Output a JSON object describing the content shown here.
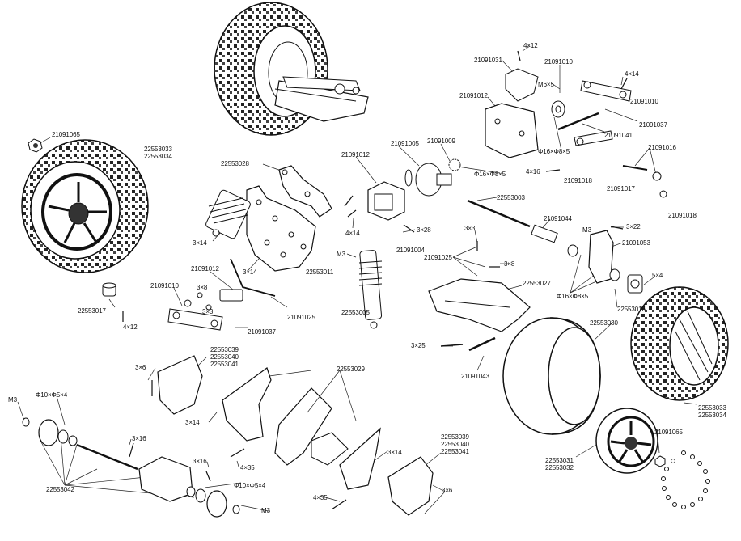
{
  "labels": {
    "l_4x12_top": "4×12",
    "l_21091031": "21091031",
    "l_21091010_top": "21091010",
    "l_m6x5": "M6×5",
    "l_4x14_tr": "4×14",
    "l_21091012_top": "21091012",
    "l_21091010_r": "21091010",
    "l_21091037_r": "21091037",
    "l_21091041": "21091041",
    "l_21091065_l": "21091065",
    "l_22553033_l": "22553033",
    "l_22553034_l": "22553034",
    "l_21091005": "21091005",
    "l_21091009": "21091009",
    "l_21091012_mid": "21091012",
    "l_phi16x8x5_a": "Φ16×Φ8×5",
    "l_phi16x8x5_b": "Φ16×Φ8×5",
    "l_21091016": "21091016",
    "l_4x16_mid": "4×16",
    "l_21091018_a": "21091018",
    "l_21091017": "21091017",
    "l_21091018_b": "21091018",
    "l_22553028": "22553028",
    "l_22553003": "22553003",
    "l_21091044": "21091044",
    "l_3x22": "3×22",
    "l_4x14_mid": "4×14",
    "l_3x28": "3×28",
    "l_21091004": "21091004",
    "l_3x3_a": "3×3",
    "l_m3_mid": "M3",
    "l_21091053": "21091053",
    "l_21091025_mid": "21091025",
    "l_3x8_mid": "3×8",
    "l_5x4": "5×4",
    "l_3x14_a": "3×14",
    "l_3x14_b": "3×14",
    "l_m3_shock": "M3",
    "l_22553011": "22553011",
    "l_22553027": "22553027",
    "l_21091012_left": "21091012",
    "l_21091010_left": "21091010",
    "l_3x8_left": "3×8",
    "l_3x3_b": "3×3",
    "l_phi16x8x5_c": "Φ16×Φ8×5",
    "l_22553016": "22553016",
    "l_22553017": "22553017",
    "l_22553005": "22553005",
    "l_21091025_bar": "21091025",
    "l_4x12_left": "4×12",
    "l_21091037_left": "21091037",
    "l_22553030": "22553030",
    "l_3x25": "3×25",
    "l_21091043": "21091043",
    "l_22553039_a": "22553039",
    "l_22553040_a": "22553040",
    "l_22553041_a": "22553041",
    "l_3x6_a": "3×6",
    "l_22553029": "22553029",
    "l_m3_bl": "M3",
    "l_phi10x5x4_a": "Φ10×Φ5×4",
    "l_3x14_c": "3×14",
    "l_3x16_a": "3×16",
    "l_3x16_b": "3×16",
    "l_4x35_a": "4×35",
    "l_22553042": "22553042",
    "l_phi10x5x4_b": "Φ10×Φ5×4",
    "l_m3_br": "M3",
    "l_22553039_b": "22553039",
    "l_22553040_b": "22553040",
    "l_22553041_b": "22553041",
    "l_3x14_d": "3×14",
    "l_3x6_b": "3×6",
    "l_4x35_b": "4×35",
    "l_22553033_r": "22553033",
    "l_22553034_r": "22553034",
    "l_21091065_r": "21091065",
    "l_22553031": "22553031",
    "l_22553032": "22553032"
  }
}
